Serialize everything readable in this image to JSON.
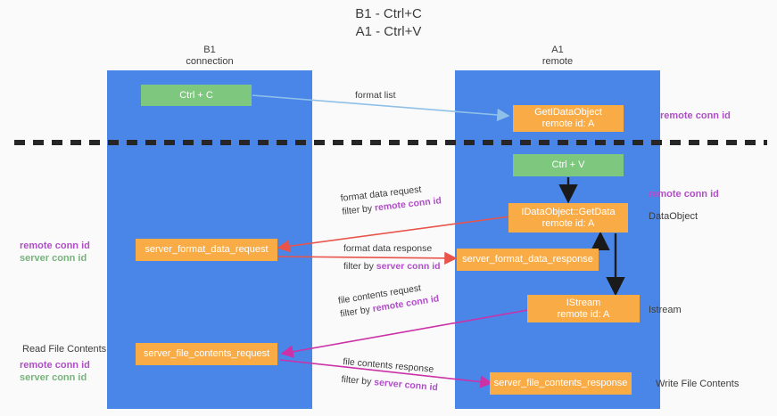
{
  "title": {
    "line1": "B1 - Ctrl+C",
    "line2": "A1 - Ctrl+V"
  },
  "columns": [
    {
      "name": "B1",
      "role": "connection"
    },
    {
      "name": "A1",
      "role": "remote"
    }
  ],
  "nodes": {
    "ctrl_c": "Ctrl + C",
    "ctrl_v": "Ctrl + V",
    "get_idataobject_l1": "GetIDataObject",
    "get_idataobject_l2": "remote id: A",
    "getdata_l1": "IDataObject::GetData",
    "getdata_l2": "remote id: A",
    "istream_l1": "IStream",
    "istream_l2": "remote id: A",
    "server_format_data_request": "server_format_data_request",
    "server_format_data_response": "server_format_data_response",
    "server_file_contents_request": "server_file_contents_request",
    "server_file_contents_response": "server_file_contents_response"
  },
  "edge_labels": {
    "format_list": "format list",
    "format_data_request": "format data request",
    "format_data_response": "format data response",
    "file_contents_request": "file contents request",
    "file_contents_response": "file contents response",
    "filter_by": "filter by ",
    "remote_conn_id": "remote conn id",
    "server_conn_id": "server conn id"
  },
  "right_labels": {
    "remote_conn_id_top": "remote conn id",
    "remote_conn_id_mid": "remote conn id",
    "dataobject": "DataObject",
    "istream": "Istream",
    "write_file_contents": "Write File Contents"
  },
  "left_labels": {
    "remote_conn_id_mid": "remote conn id",
    "server_conn_id_mid": "server conn id",
    "read_file_contents": "Read File Contents",
    "remote_conn_id_bot": "remote conn id",
    "server_conn_id_bot": "server conn id"
  },
  "colors": {
    "lane": "#4a86e8",
    "orange": "#f9ab45",
    "green": "#7ec77f",
    "purple": "#b14ec9",
    "green_text": "#76b47a",
    "red_arrow": "#e8544a",
    "magenta_arrow": "#cc31a8",
    "blue_arrow": "#8fc0e8",
    "black_arrow": "#1a1a1a",
    "divider": "#262626",
    "background": "#fafafa"
  }
}
